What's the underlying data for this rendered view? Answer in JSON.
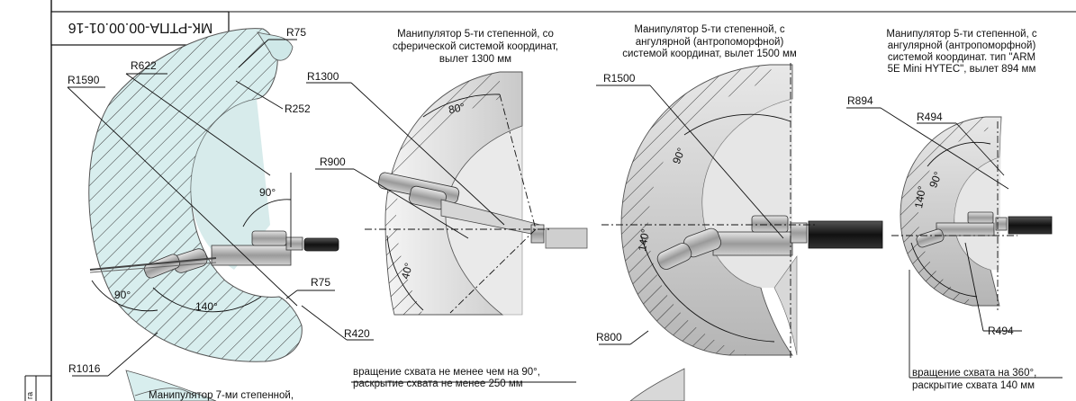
{
  "stamp": {
    "code": "МК-РТПА-00.00.01-16"
  },
  "margin_mark": "га",
  "diagram1": {
    "dims": {
      "r75_top": "R75",
      "r622": "R622",
      "r1590": "R1590",
      "r252": "R252",
      "a90_top": "90°",
      "r75_bottom": "R75",
      "a90_left": "90°",
      "a140": "140°",
      "r420": "R420",
      "r1016": "R1016"
    },
    "caption": "Манипулятор 7-ми степенной,"
  },
  "diagram2": {
    "caption": [
      "Манипулятор 5-ти степенной, со",
      "сферической системой координат,",
      "вылет 1300 мм"
    ],
    "dims": {
      "r1300": "R1300",
      "r900": "R900",
      "a80": "80°",
      "a40": "40°"
    },
    "note": [
      "вращение схвата не менее чем на 90°,",
      "раскрытие схвата не менее 250 мм"
    ]
  },
  "diagram3": {
    "caption": [
      "Манипулятор 5-ти степенной, с",
      "ангулярной (антропоморфной)",
      "системой координат, вылет 1500 мм"
    ],
    "dims": {
      "r1500": "R1500",
      "a90": "90°",
      "a140": "140°",
      "r800": "R800"
    }
  },
  "diagram4": {
    "caption": [
      "Манипулятор 5-ти степенной, с",
      "ангулярной (антропоморфной)",
      "системой координат. тип \"ARM",
      "5E Mini HYTEC\", вылет 894 мм"
    ],
    "dims": {
      "r894": "R894",
      "r494_top": "R494",
      "a140": "140°",
      "a90": "90°",
      "r494_bottom": "R494"
    },
    "note": [
      "вращение схвата на 360°,",
      "раскрытие схвата 140 мм"
    ]
  }
}
